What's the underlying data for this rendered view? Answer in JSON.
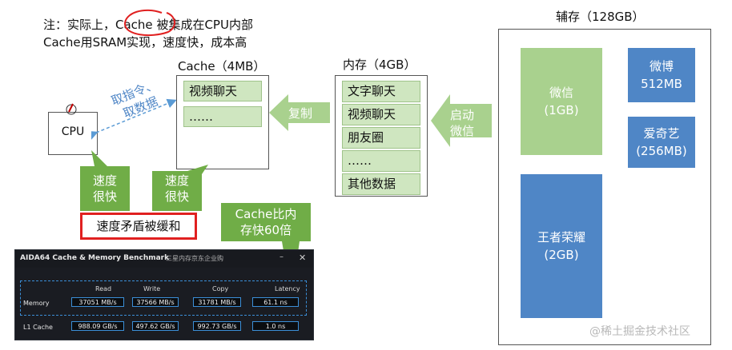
{
  "note": {
    "line1_prefix": "注：实际上，",
    "line1_circled": "Cache",
    "line1_suffix": " 被集成在CPU内部",
    "line2": "Cache用SRAM实现，速度快，成本高"
  },
  "cpu": {
    "label": "CPU"
  },
  "fetch_label": {
    "line1": "取指令、",
    "line2": "取数据"
  },
  "cache": {
    "title": "Cache（4MB）",
    "items": [
      "视频聊天",
      "……"
    ]
  },
  "copy_label": "复制",
  "memory": {
    "title": "内存（4GB）",
    "items": [
      "文字聊天",
      "视频聊天",
      "朋友圈",
      "……",
      "其他数据"
    ]
  },
  "launch_label": {
    "line1": "启动",
    "line2": "微信"
  },
  "storage": {
    "title": "辅存（128GB）",
    "apps": [
      {
        "name": "微信",
        "size": "(1GB)"
      },
      {
        "name": "微博",
        "size": "512MB"
      },
      {
        "name": "爱奇艺",
        "size": "(256MB)"
      },
      {
        "name": "王者荣耀",
        "size": "(2GB)"
      }
    ]
  },
  "callouts": {
    "cpu_speed": {
      "line1": "速度",
      "line2": "很快"
    },
    "cache_speed": {
      "line1": "速度",
      "line2": "很快"
    },
    "latency": {
      "line1": "Cache比内",
      "line2": "存快60倍"
    }
  },
  "conflict_box": "速度矛盾被缓和",
  "aida": {
    "title": "AIDA64 Cache & Memory Benchmark",
    "subtitle": "三星内存京东企业购",
    "columns": [
      "Read",
      "Write",
      "Copy",
      "Latency"
    ],
    "rows": [
      {
        "label": "Memory",
        "values": [
          "37051 MB/s",
          "37566 MB/s",
          "31781 MB/s",
          "61.1 ns"
        ]
      },
      {
        "label": "L1 Cache",
        "values": [
          "988.09 GB/s",
          "497.62 GB/s",
          "992.73 GB/s",
          "1.0 ns"
        ]
      }
    ]
  },
  "watermark": "@稀土掘金技术社区",
  "colors": {
    "green_light": "#a9d18e",
    "green_cell": "#cfe6c0",
    "green_callout": "#70ad47",
    "blue": "#4f86c6",
    "red": "#e02020",
    "dark_bg": "#1a1c22"
  }
}
